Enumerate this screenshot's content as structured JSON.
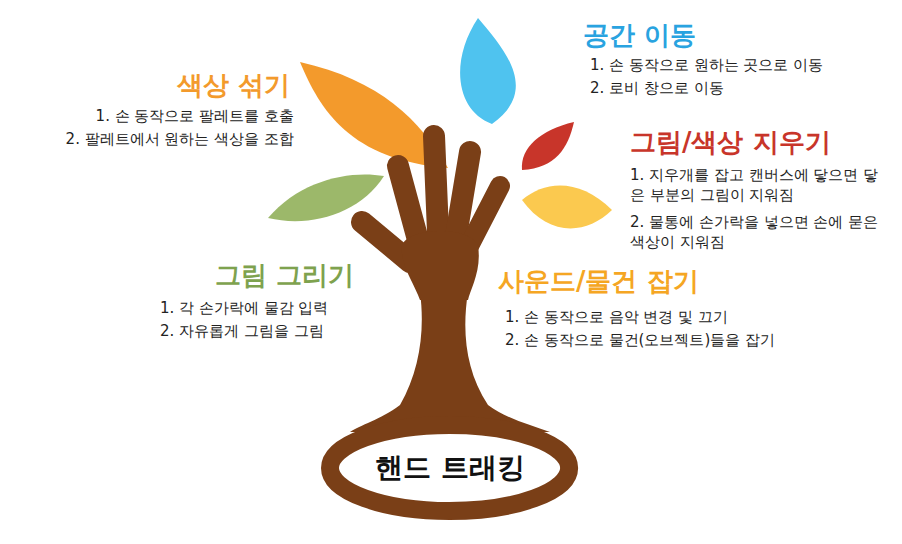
{
  "diagram": {
    "nodes": [
      {
        "text": [
          "핸드 트래킹"
        ]
      }
    ],
    "labels": [
      "공간 이동",
      "1. 손 동작으로 원하는 곳으로 이동",
      "2. 로비 창으로 이동",
      "색상 섞기",
      "1. 손 동작으로 팔레트를 호출",
      "2. 팔레트에서 원하는 색상을 조합",
      "그림/색상 지우기",
      "1. 지우개를 잡고 캔버스에 닿으면 닿은 부분의 그림이 지워짐",
      "2. 물통에 손가락을 넣으면 손에 묻은 색상이 지워짐",
      "그림 그리기",
      "1. 각 손가락에 물감 입력",
      "2. 자유롭게 그림을 그림",
      "사운드/물건 잡기",
      "1. 손 동작으로 음악 변경 및 끄기",
      "2. 손 동작으로 물건(오브젝트)들을 잡기"
    ]
  }
}
